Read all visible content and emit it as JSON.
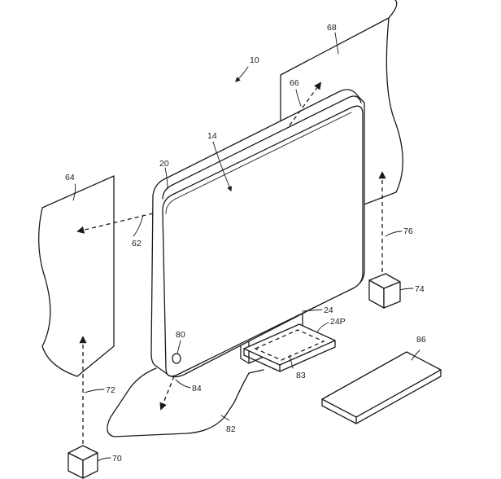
{
  "figure": {
    "labels": {
      "system": "10",
      "display": "14",
      "housing": "20",
      "stand": "24",
      "stand_pad": "24P",
      "wall_left": "64",
      "wall_right": "68",
      "beam_left": "62",
      "beam_top": "66",
      "button": "80",
      "floor_beam": "84",
      "floor": "82",
      "pad_region": "83",
      "keyboard": "86",
      "device_left": "70",
      "device_right": "74",
      "beam_device_left": "72",
      "beam_device_right": "76"
    }
  }
}
